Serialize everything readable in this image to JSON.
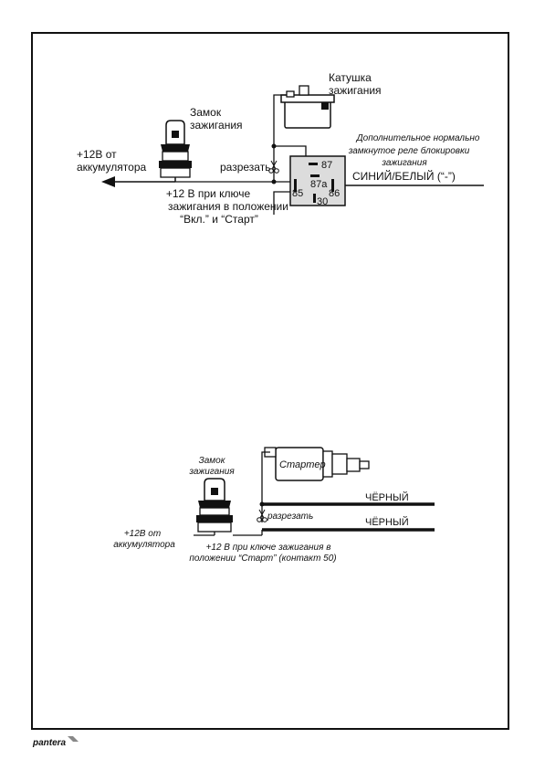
{
  "diagram1": {
    "coil_label": [
      "Катушка",
      "зажигания"
    ],
    "lock_label": [
      "Замок",
      "зажигания"
    ],
    "battery_label": [
      "+12В от",
      "аккумулятора"
    ],
    "cut_label": "разрезать",
    "key_label": [
      "+12 В при ключе",
      "зажигания в положении",
      "“Вкл.” и “Старт”"
    ],
    "relay_title": [
      "Дополнительное нормально",
      "замкнутое реле блокировки",
      "зажигания"
    ],
    "wire_label": "СИНИЙ/БЕЛЫЙ (“-”)",
    "relay_pins": {
      "p87": "87",
      "p87a": "87a",
      "p85": "85",
      "p86": "86",
      "p30": "30"
    }
  },
  "diagram2": {
    "starter_label": "Стартер",
    "lock_label": [
      "Замок",
      "зажигания"
    ],
    "wire1_label": "ЧЁРНЫЙ",
    "wire2_label": "ЧЁРНЫЙ",
    "cut_label": "разрезать",
    "battery_label": [
      "+12В от",
      "аккумулятора"
    ],
    "key_label": [
      "+12 В при ключе зажигания в",
      "положении “Старт” (контакт 50)"
    ]
  },
  "footer": {
    "brand": "pantera"
  },
  "colors": {
    "line": "#111111",
    "relay_fill": "#dcdcdc"
  }
}
